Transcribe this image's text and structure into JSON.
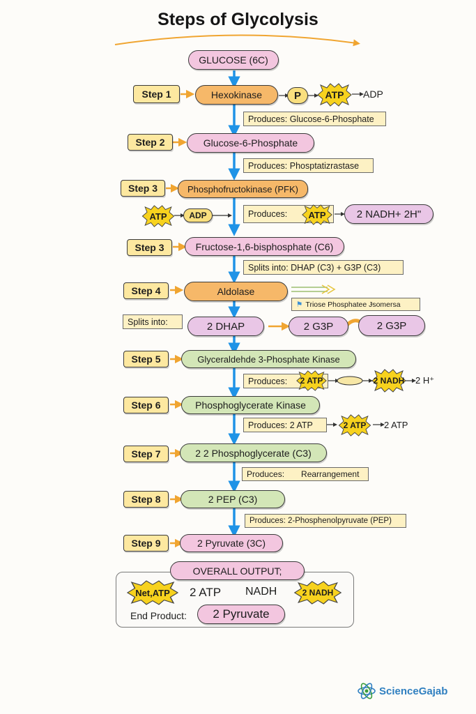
{
  "title": "Steps of Glycolysis",
  "glucose": "GLUCOSE (6C)",
  "rows": {
    "s1": {
      "step": "Step 1",
      "enzyme": "Hexokinase",
      "p": "P",
      "atp": "ATP",
      "adp": "ADP",
      "produces": "Produces: Glucose-6-Phosphate"
    },
    "s2": {
      "step": "Step 2",
      "product": "Glucose-6-Phosphate",
      "produces": "Produces: Phosptatizrastase"
    },
    "s3": {
      "step": "Step 3",
      "enzyme": "Phosphofructokinase (PFK)",
      "atp": "ATP",
      "adp": "ADP",
      "produces": "Produces:",
      "atp2": "ATP",
      "nadh": "2 NADH+ 2H\""
    },
    "s3b": {
      "step": "Step 3",
      "product": "Fructose-1,6-bisphosphate (C6)",
      "splits": "Splits into: DHAP (C3) + G3P (C3)"
    },
    "s4": {
      "step": "Step 4",
      "enzyme": "Aldolase",
      "isomerase": "Triose Phosphatee Ɉsomersa",
      "splits": "Splits into:",
      "dhap": "2 DHAP",
      "g3p1": "2 G3P",
      "g3p2": "2 G3P"
    },
    "s5": {
      "step": "Step 5",
      "enzyme": "Glyceraldehde 3-Phosphate Kinase",
      "produces": "Produces:",
      "atp": "2 ATP",
      "nadh": "2 NADH",
      "h": "2 H⁺"
    },
    "s6": {
      "step": "Step 6",
      "enzyme": "Phosphoglycerate Kinase",
      "produces": "Produces: 2 ATP",
      "atp": "2 ATP",
      "atp_out": "2 ATP"
    },
    "s7": {
      "step": "Step 7",
      "product": "2 2 Phosphoglycerate (C3)",
      "produces": "Produces:",
      "rearr": "Rearrangement"
    },
    "s8": {
      "step": "Step 8",
      "product": "2 PEP (C3)",
      "produces": "Produces: 2-Phosphenolpyruvate (PEP)"
    },
    "s9": {
      "step": "Step 9",
      "product": "2 Pyruvate (3C)"
    }
  },
  "overall": {
    "label": "OVERALL OUTPUT;",
    "net": "Net,ATP",
    "net_atp": "2 ATP",
    "nadh": "NADH",
    "nadh_badge": "2 NADH",
    "end_label": "End Product:",
    "end_value": "2 Pyruvate"
  },
  "logo": "ScienceGajab",
  "colors": {
    "pink": "#f3c6df",
    "orange": "#f6b869",
    "green": "#d3e6b7",
    "step": "#fde8a0",
    "star": "#f7d21e",
    "arrow": "#1f93e6"
  }
}
